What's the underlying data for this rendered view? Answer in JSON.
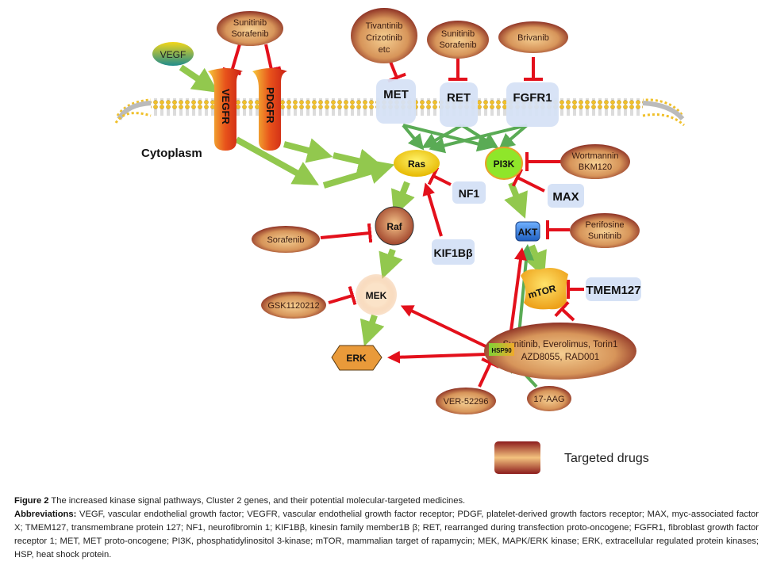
{
  "diagram": {
    "region_label": "Cytoplasm",
    "receptors": {
      "vegfr": "VEGFR",
      "pdgfr": "PDGFR",
      "met": "MET",
      "ret": "RET",
      "fgfr1": "FGFR1"
    },
    "ligand": "VEGF",
    "nodes": {
      "ras": "Ras",
      "pi3k": "PI3K",
      "raf": "Raf",
      "akt": "AKT",
      "mek": "MEK",
      "mtor": "mTOR",
      "erk": "ERK",
      "hsp90": "HSP90"
    },
    "genes": {
      "nf1": "NF1",
      "max": "MAX",
      "kif1bb": "KIF1Bβ",
      "tmem127": "TMEM127"
    },
    "drugs": {
      "vegfr_pdgfr": [
        "Sunitinib",
        "Sorafenib"
      ],
      "met": [
        "Tivantinib",
        "Crizotinib",
        "etc"
      ],
      "ret": [
        "Sunitinib",
        "Sorafenib"
      ],
      "fgfr1": [
        "Brivanib"
      ],
      "pi3k": [
        "Wortmannin",
        "BKM120"
      ],
      "akt": [
        "Perifosine",
        "Sunitinib"
      ],
      "raf": [
        "Sorafenib"
      ],
      "mek": [
        "GSK1120212"
      ],
      "mtor": [
        "Sunitinib, Everolimus, Torin1",
        "AZD8055, RAD001"
      ],
      "hsp90_a": [
        "VER-52296"
      ],
      "hsp90_b": [
        "17-AAG"
      ]
    },
    "legend": {
      "label": "Targeted drugs"
    },
    "colors": {
      "activation_arrow": "#92c84e",
      "receptor_arrow": "#5aab55",
      "inhibition": "#e3101b",
      "drug_dark": "#8c1c1c",
      "drug_light": "#f3c27e",
      "gene_box": "#d6e2f6",
      "ras": "#f6d80d",
      "pi3k": "#8fe62a",
      "akt": "#2f7ad8",
      "erk": "#e99a3a",
      "hsp90": "#8bd335"
    }
  },
  "caption": {
    "figure_label": "Figure 2",
    "figure_text": " The increased kinase signal pathways, Cluster 2 genes, and their potential molecular-targeted medicines.",
    "abbrev_label": "Abbreviations:",
    "abbrev_text": " VEGF, vascular endothelial growth factor; VEGFR, vascular endothelial growth factor receptor; PDGF, platelet-derived growth factors receptor; MAX, myc-associated factor X; TMEM127, transmembrane protein 127; NF1, neurofibromin 1; KIF1Bβ, kinesin family member1B β; RET, rearranged during transfection proto-oncogene; FGFR1, fibroblast growth factor receptor 1; MET, MET proto-oncogene; PI3K, phosphatidylinositol 3-kinase; mTOR, mammalian target of rapamycin; MEK, MAPK/ERK kinase; ERK, extracellular regulated protein kinases; HSP, heat shock protein."
  }
}
